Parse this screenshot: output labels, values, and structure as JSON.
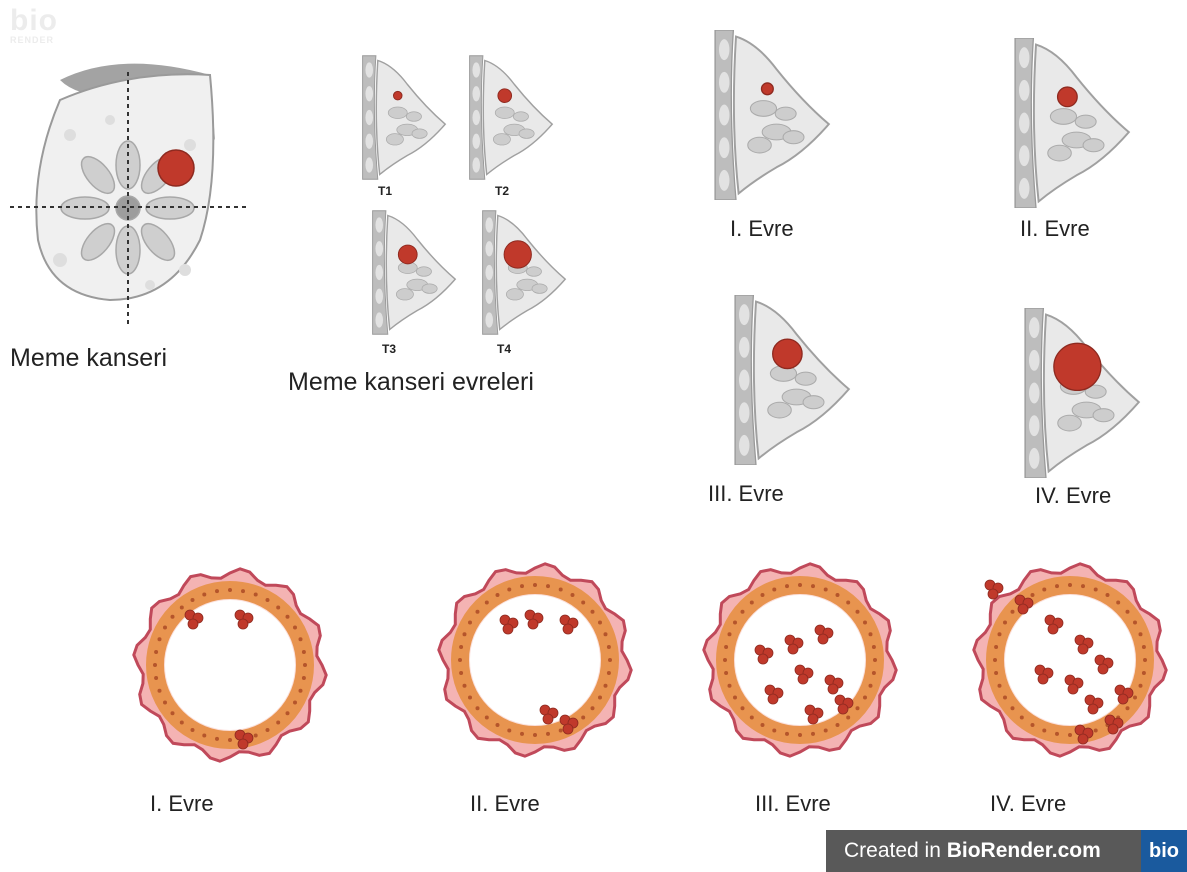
{
  "watermark": {
    "brand_top": "bio",
    "brand_bottom": "RENDER"
  },
  "main_breast": {
    "caption": "Meme kanseri"
  },
  "t_stages": {
    "caption": "Meme kanseri evreleri",
    "items": [
      {
        "label": "T1",
        "tumor_size": 5
      },
      {
        "label": "T2",
        "tumor_size": 8
      },
      {
        "label": "T3",
        "tumor_size": 11
      },
      {
        "label": "T4",
        "tumor_size": 16
      }
    ]
  },
  "stage_breasts": [
    {
      "label": "I. Evre",
      "tumor_size": 6
    },
    {
      "label": "II. Evre",
      "tumor_size": 10
    },
    {
      "label": "III. Evre",
      "tumor_size": 15
    },
    {
      "label": "IV. Evre",
      "tumor_size": 24
    }
  ],
  "duct_stages": [
    {
      "label": "I. Evre"
    },
    {
      "label": "II. Evre"
    },
    {
      "label": "III. Evre"
    },
    {
      "label": "IV. Evre"
    }
  ],
  "footer": {
    "prefix": "Created in ",
    "brand": "BioRender.com",
    "logo": "bio"
  },
  "colors": {
    "tumor": "#c0392b",
    "tissue": "#e9e9e9",
    "epithelium": "#e8944f",
    "wall": "#c0495a"
  }
}
